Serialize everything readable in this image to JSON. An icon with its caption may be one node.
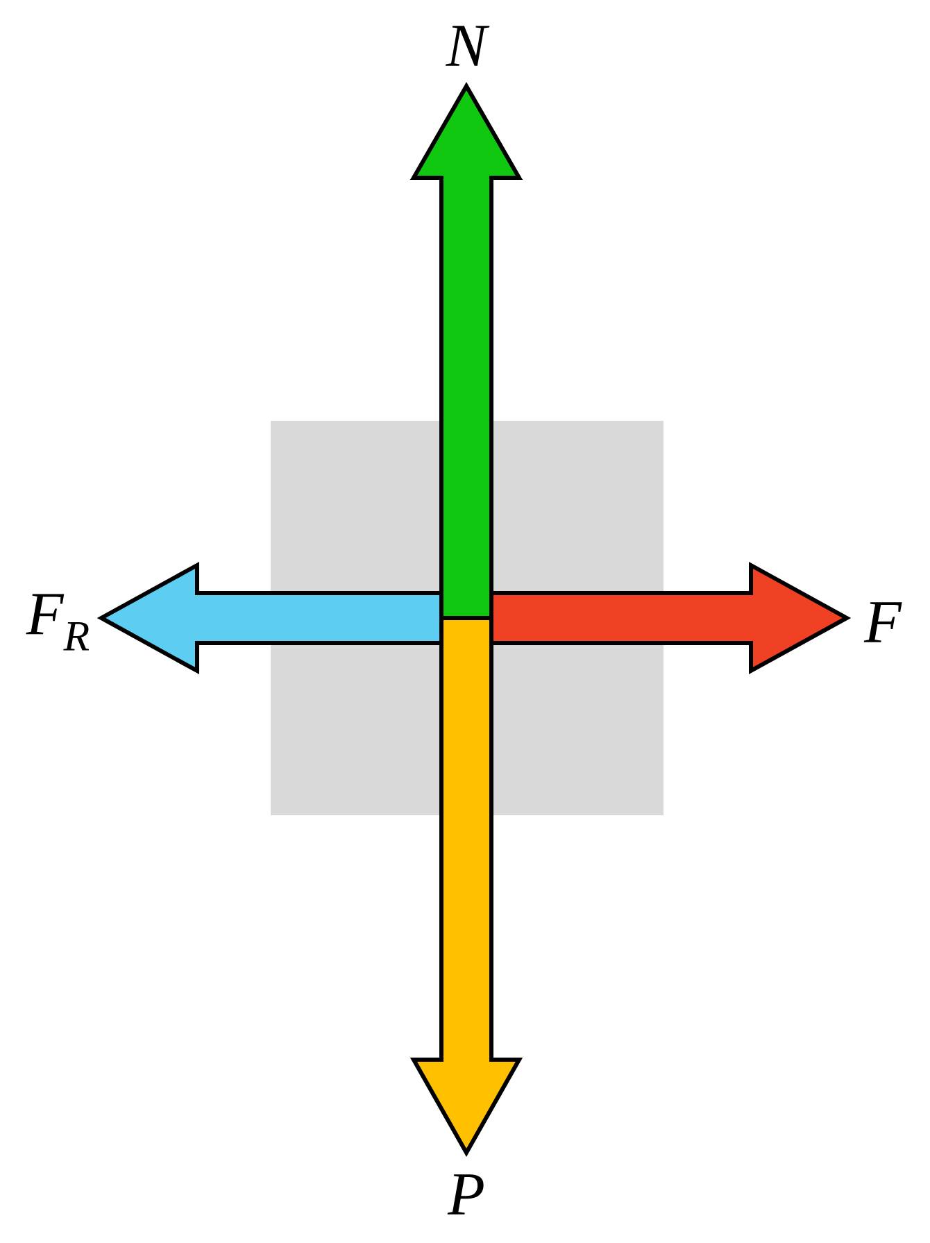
{
  "diagram": {
    "nodes": [
      {
        "text": [],
        "shape": "box"
      }
    ],
    "labels": [
      "N",
      "F",
      "P",
      "F$_{R}$"
    ]
  }
}
